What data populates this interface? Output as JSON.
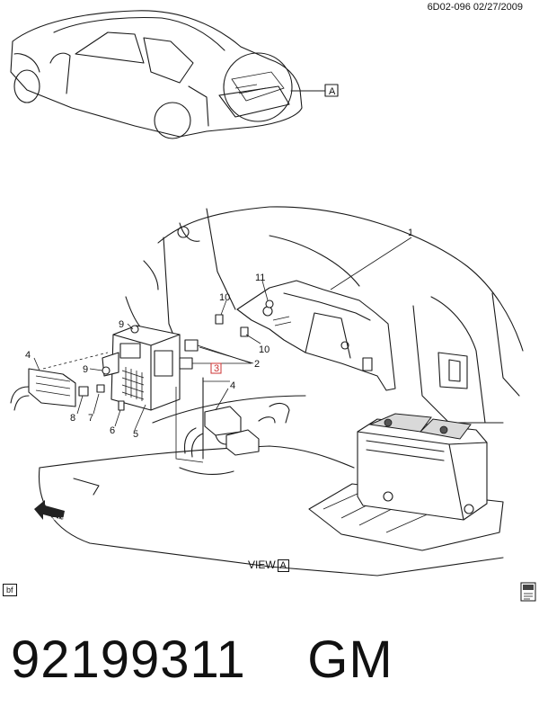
{
  "header": {
    "reference": "6D02-096  02/27/2009"
  },
  "view": {
    "caption": "VIEW",
    "letter": "A"
  },
  "bf_tag": "bf",
  "footer": {
    "part_number": "92199311    GM"
  },
  "callouts": {
    "c1": "1",
    "c2": "2",
    "c3": "3",
    "c4a": "4",
    "c4b": "4",
    "c5": "5",
    "c6": "6",
    "c7": "7",
    "c8": "8",
    "c9a": "9",
    "c9b": "9",
    "c10a": "10",
    "c10b": "10",
    "c11": "11"
  },
  "highlight_color": "#cc3333",
  "fwd_label": "FWD"
}
